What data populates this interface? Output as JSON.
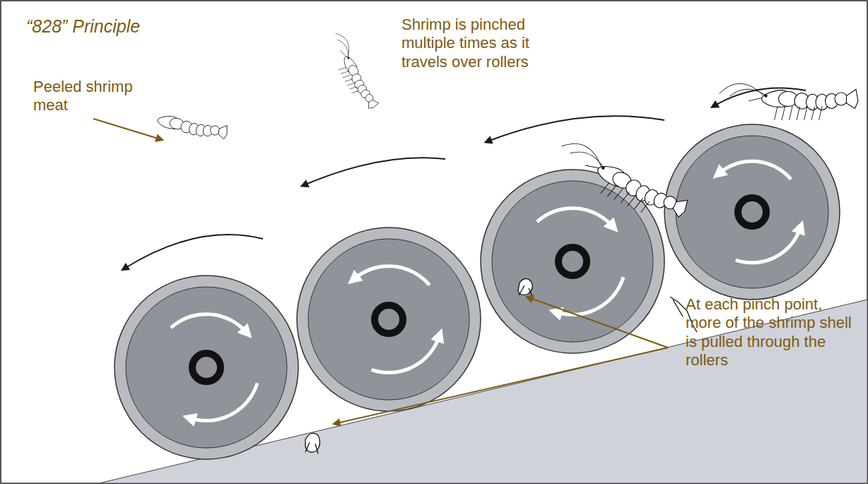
{
  "diagram": {
    "title": "“828” Principle",
    "labels": [
      "Shrimp is pinched multiple times as it travels over rollers",
      "Peeled shrimp meat",
      "At each pinch point, more of the shrimp shell is pulled through the rollers"
    ]
  }
}
